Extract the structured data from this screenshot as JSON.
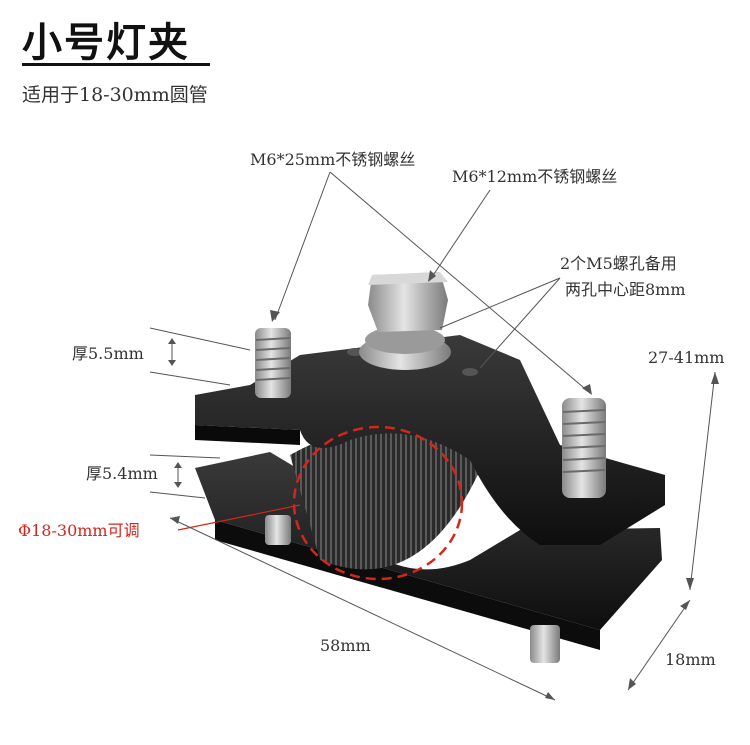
{
  "title": "小号灯夹",
  "subtitle": "适用于18-30mm圆管",
  "labels": {
    "long_bolt": "M6*25mm不锈钢螺丝",
    "short_bolt": "M6*12mm不锈钢螺丝",
    "spare_holes": "2个M5螺孔备用",
    "hole_distance": "两孔中心距8mm",
    "thickness_top": "厚5.5mm",
    "thickness_bottom": "厚5.4mm",
    "diameter": "Φ18-30mm可调",
    "height_range": "27-41mm",
    "length": "58mm",
    "depth": "18mm"
  },
  "colors": {
    "text": "#333333",
    "accent_red": "#d4261c",
    "clamp_body": "#1a1a1a",
    "steel": "#b8b8b8"
  }
}
